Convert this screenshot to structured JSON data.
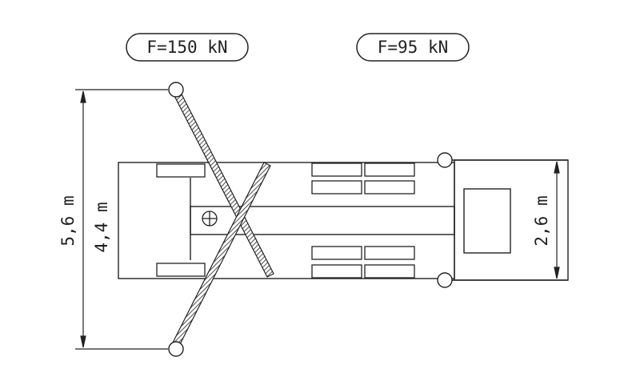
{
  "labels": {
    "force_left": "F=150 kN",
    "force_right": "F=95 kN",
    "dim_outer_left": "5,6 m",
    "dim_inner_left": "4,4 m",
    "dim_right": "2,6 m"
  },
  "colors": {
    "line": "#222222",
    "background": "#ffffff"
  }
}
